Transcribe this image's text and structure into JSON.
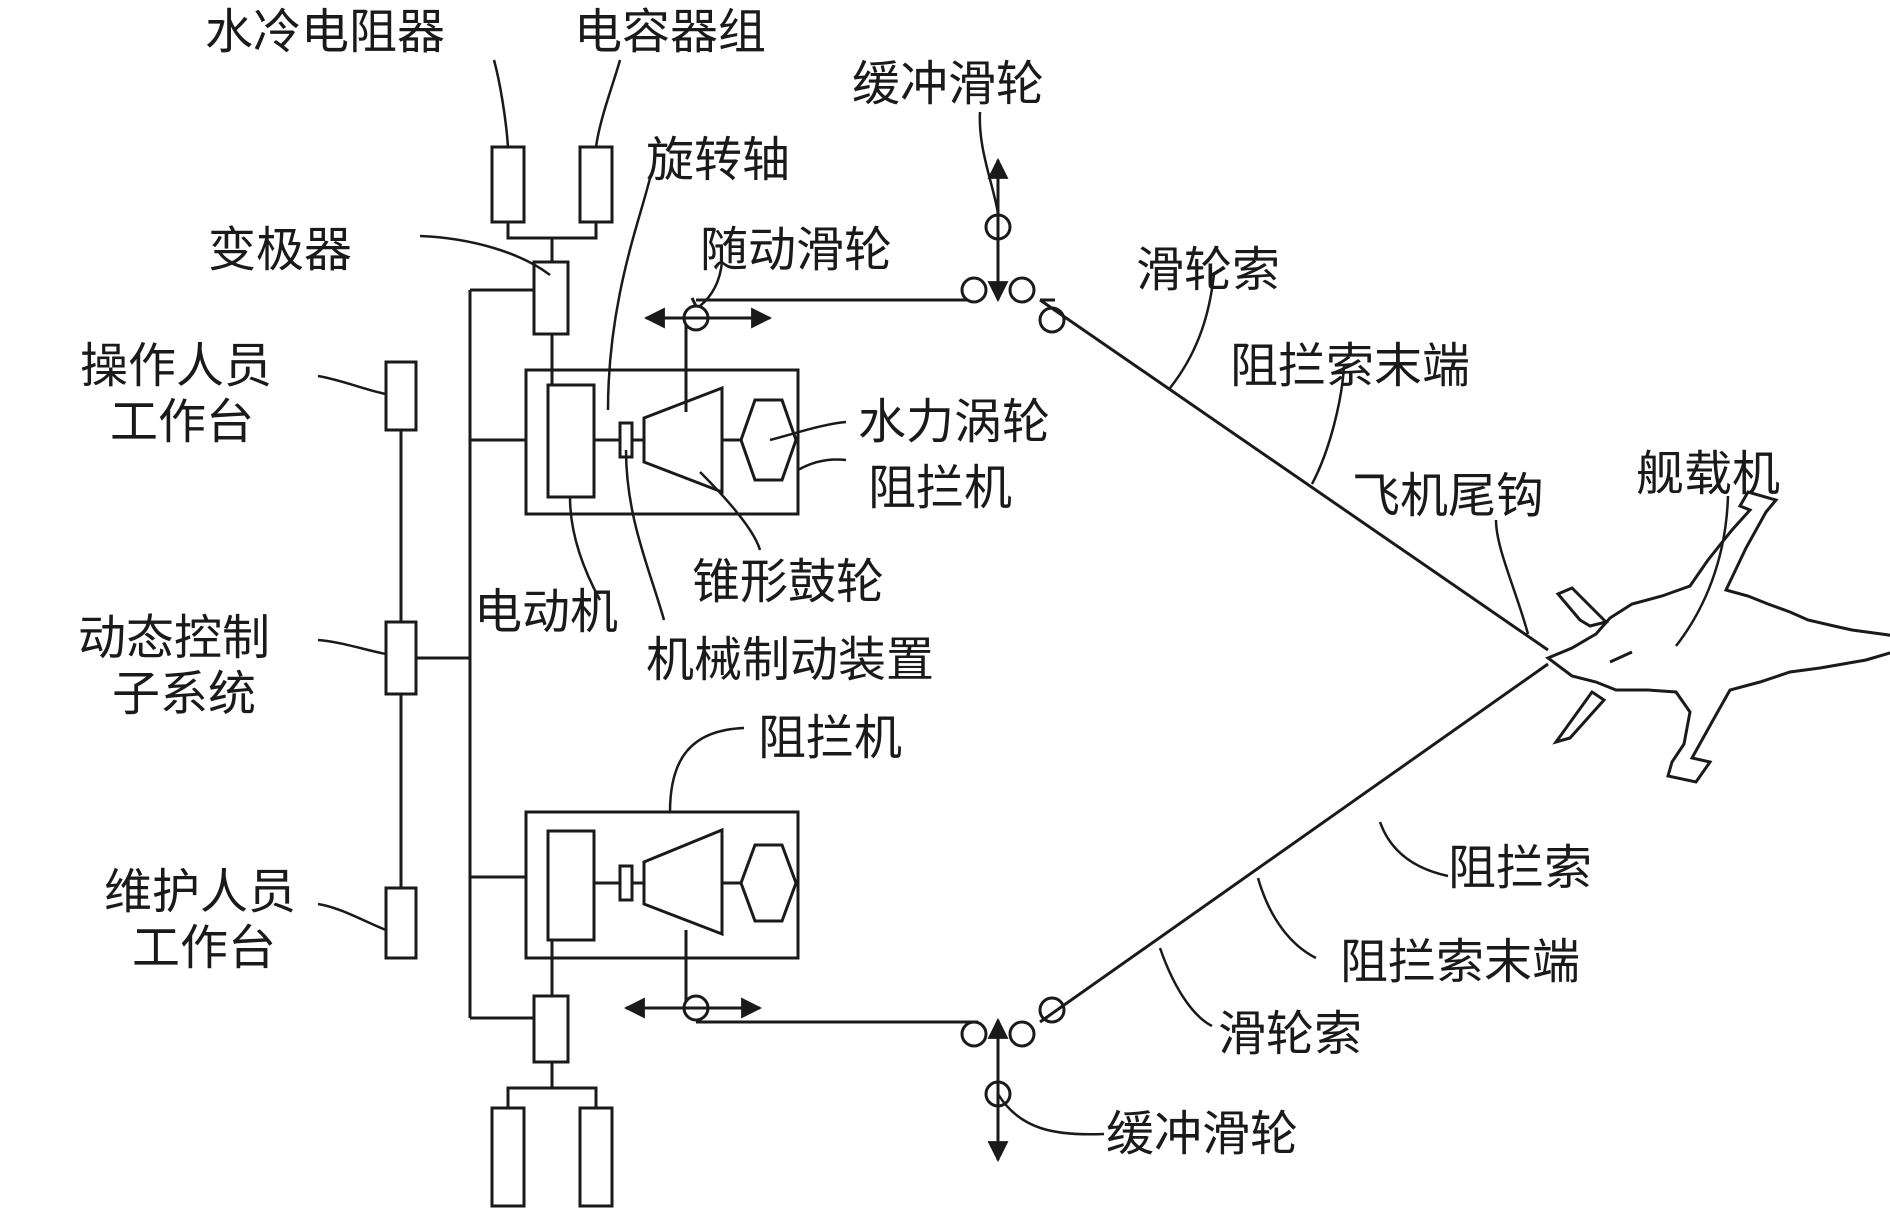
{
  "labels": {
    "water_resistor": "水冷电阻器",
    "capacitor_bank": "电容器组",
    "buffer_sheave_top": "缓冲滑轮",
    "rotating_shaft": "旋转轴",
    "pole_changer": "变极器",
    "follower_sheave": "随动滑轮",
    "purchase_cable_top": "滑轮索",
    "operator_ws_line1": "操作人员",
    "operator_ws_line2": "工作台",
    "deck_pendant_end_top": "阻拦索末端",
    "water_turbine": "水力涡轮",
    "arresting_engine_top": "阻拦机",
    "tail_hook": "飞机尾钩",
    "carrier_aircraft": "舰载机",
    "cone_drum": "锥形鼓轮",
    "motor": "电动机",
    "mech_brake": "机械制动装置",
    "dyn_ctrl_line1": "动态控制",
    "dyn_ctrl_line2": "子系统",
    "arresting_engine_bottom": "阻拦机",
    "arresting_cable": "阻拦索",
    "maint_ws_line1": "维护人员",
    "maint_ws_line2": "工作台",
    "deck_pendant_end_bottom": "阻拦索末端",
    "purchase_cable_bottom": "滑轮索",
    "buffer_sheave_bottom": "缓冲滑轮"
  }
}
